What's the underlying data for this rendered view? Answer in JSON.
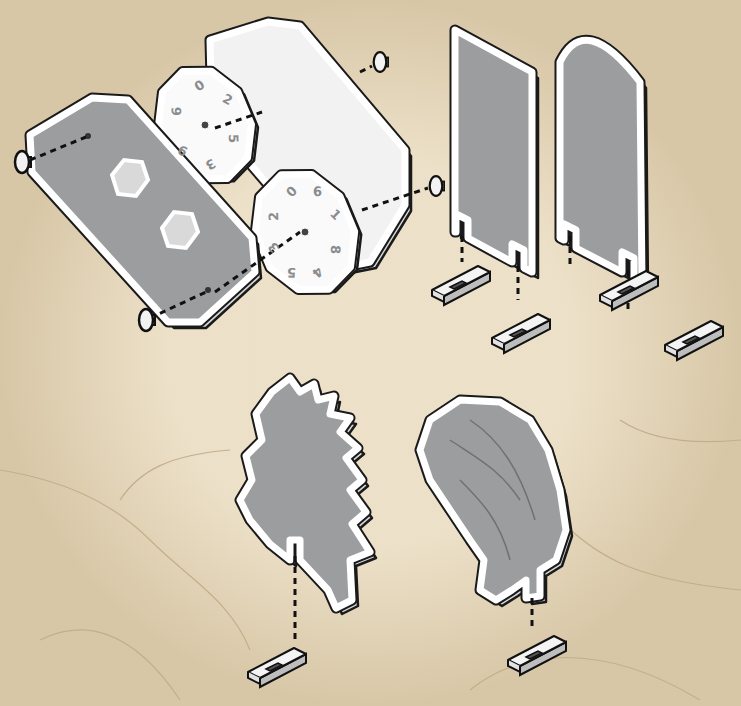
{
  "diagram": {
    "labels": [
      "6",
      "0",
      "2",
      "5",
      "3",
      "9",
      "2",
      "0",
      "6",
      "1",
      "8",
      "4",
      "5",
      "3"
    ]
  }
}
